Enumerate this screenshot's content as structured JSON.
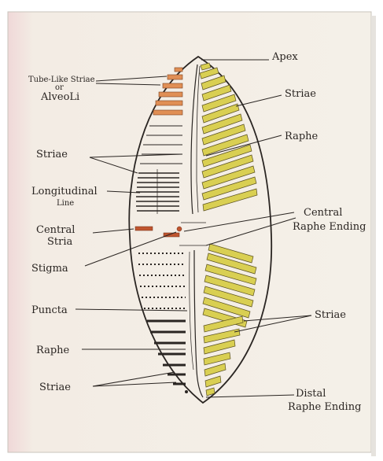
{
  "diagram": {
    "labels": {
      "apex": "Apex",
      "striae_top": "Striae",
      "raphe_top": "Raphe",
      "tube_line1": "Tube-Like Striae",
      "tube_line2": "or",
      "tube_line3": "AlveoLi",
      "striae_left": "Striae",
      "longitudinal_line1": "Longitudinal",
      "longitudinal_line2": "Line",
      "central_stria_line1": "Central",
      "central_stria_line2": "Stria",
      "central_raphe_line1": "Central",
      "central_raphe_line2": "Raphe Ending",
      "stigma": "Stigma",
      "puncta": "Puncta",
      "striae_right_bottom": "Striae",
      "raphe_bottom": "Raphe",
      "striae_bottom": "Striae",
      "distal_line1": "Distal",
      "distal_line2": "Raphe Ending"
    },
    "colors": {
      "paper": "#f3efe6",
      "ink": "#2a2522",
      "striae_fill": "#d9cf52",
      "alveoli_fill": "#e08f55",
      "stria_red": "#c0552f",
      "left_margin_tint": "#f1d9d9"
    }
  }
}
